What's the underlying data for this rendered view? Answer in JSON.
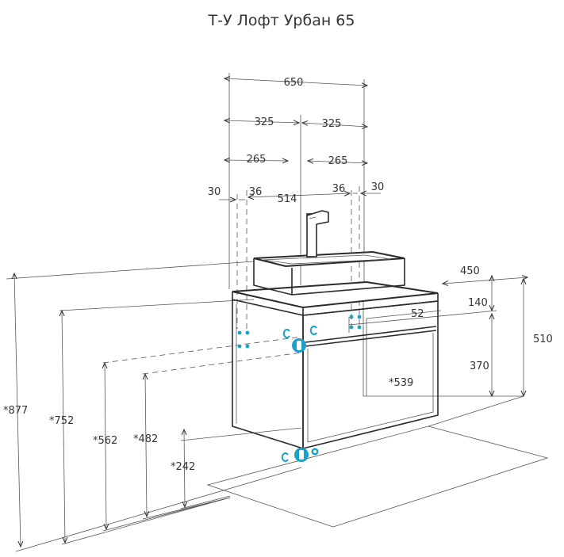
{
  "title": "Т-У Лофт Урбан 65",
  "dimensions": {
    "top_width": "650",
    "half_left": "325",
    "half_right": "325",
    "offset_left": "265",
    "offset_right": "265",
    "edge_left": "30",
    "edge_right": "30",
    "inner_left": "36",
    "inner_right": "36",
    "tap_gap": "514",
    "depth": "450",
    "drawer_front": "52",
    "depth_140": "140",
    "height_510": "510",
    "height_370": "370",
    "pipe_539": "*539",
    "h_877": "*877",
    "h_752": "*752",
    "h_562": "*562",
    "h_482": "*482",
    "h_242": "*242"
  },
  "colors": {
    "line": "#333333",
    "connection": "#1aa1c7"
  }
}
